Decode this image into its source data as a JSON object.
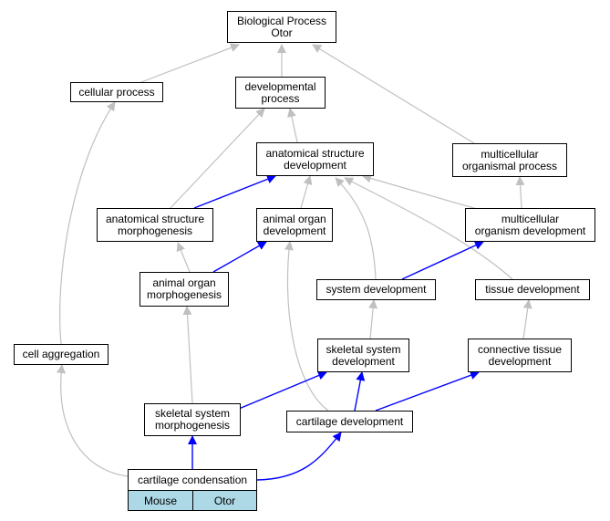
{
  "colors": {
    "is_a_edge": "#c0c0c0",
    "part_of_edge": "#0000ff",
    "legend_fill": "#add8e6"
  },
  "nodes": {
    "bp": "Biological Process\nOtor",
    "cellular": "cellular process",
    "devproc": "developmental\nprocess",
    "asd": "anatomical structure\ndevelopment",
    "mop": "multicellular\norganismal process",
    "asm": "anatomical structure\nmorphogenesis",
    "aod": "animal organ\ndevelopment",
    "mod": "multicellular\norganism development",
    "aom": "animal organ\nmorphogenesis",
    "sysdev": "system development",
    "tissue": "tissue development",
    "cellagg": "cell aggregation",
    "ssd": "skeletal system\ndevelopment",
    "ctd": "connective tissue\ndevelopment",
    "ssm": "skeletal system\nmorphogenesis",
    "cartdev": "cartilage development",
    "cartcond": "cartilage condensation"
  },
  "legend": {
    "left": "Mouse",
    "right": "Otor"
  }
}
